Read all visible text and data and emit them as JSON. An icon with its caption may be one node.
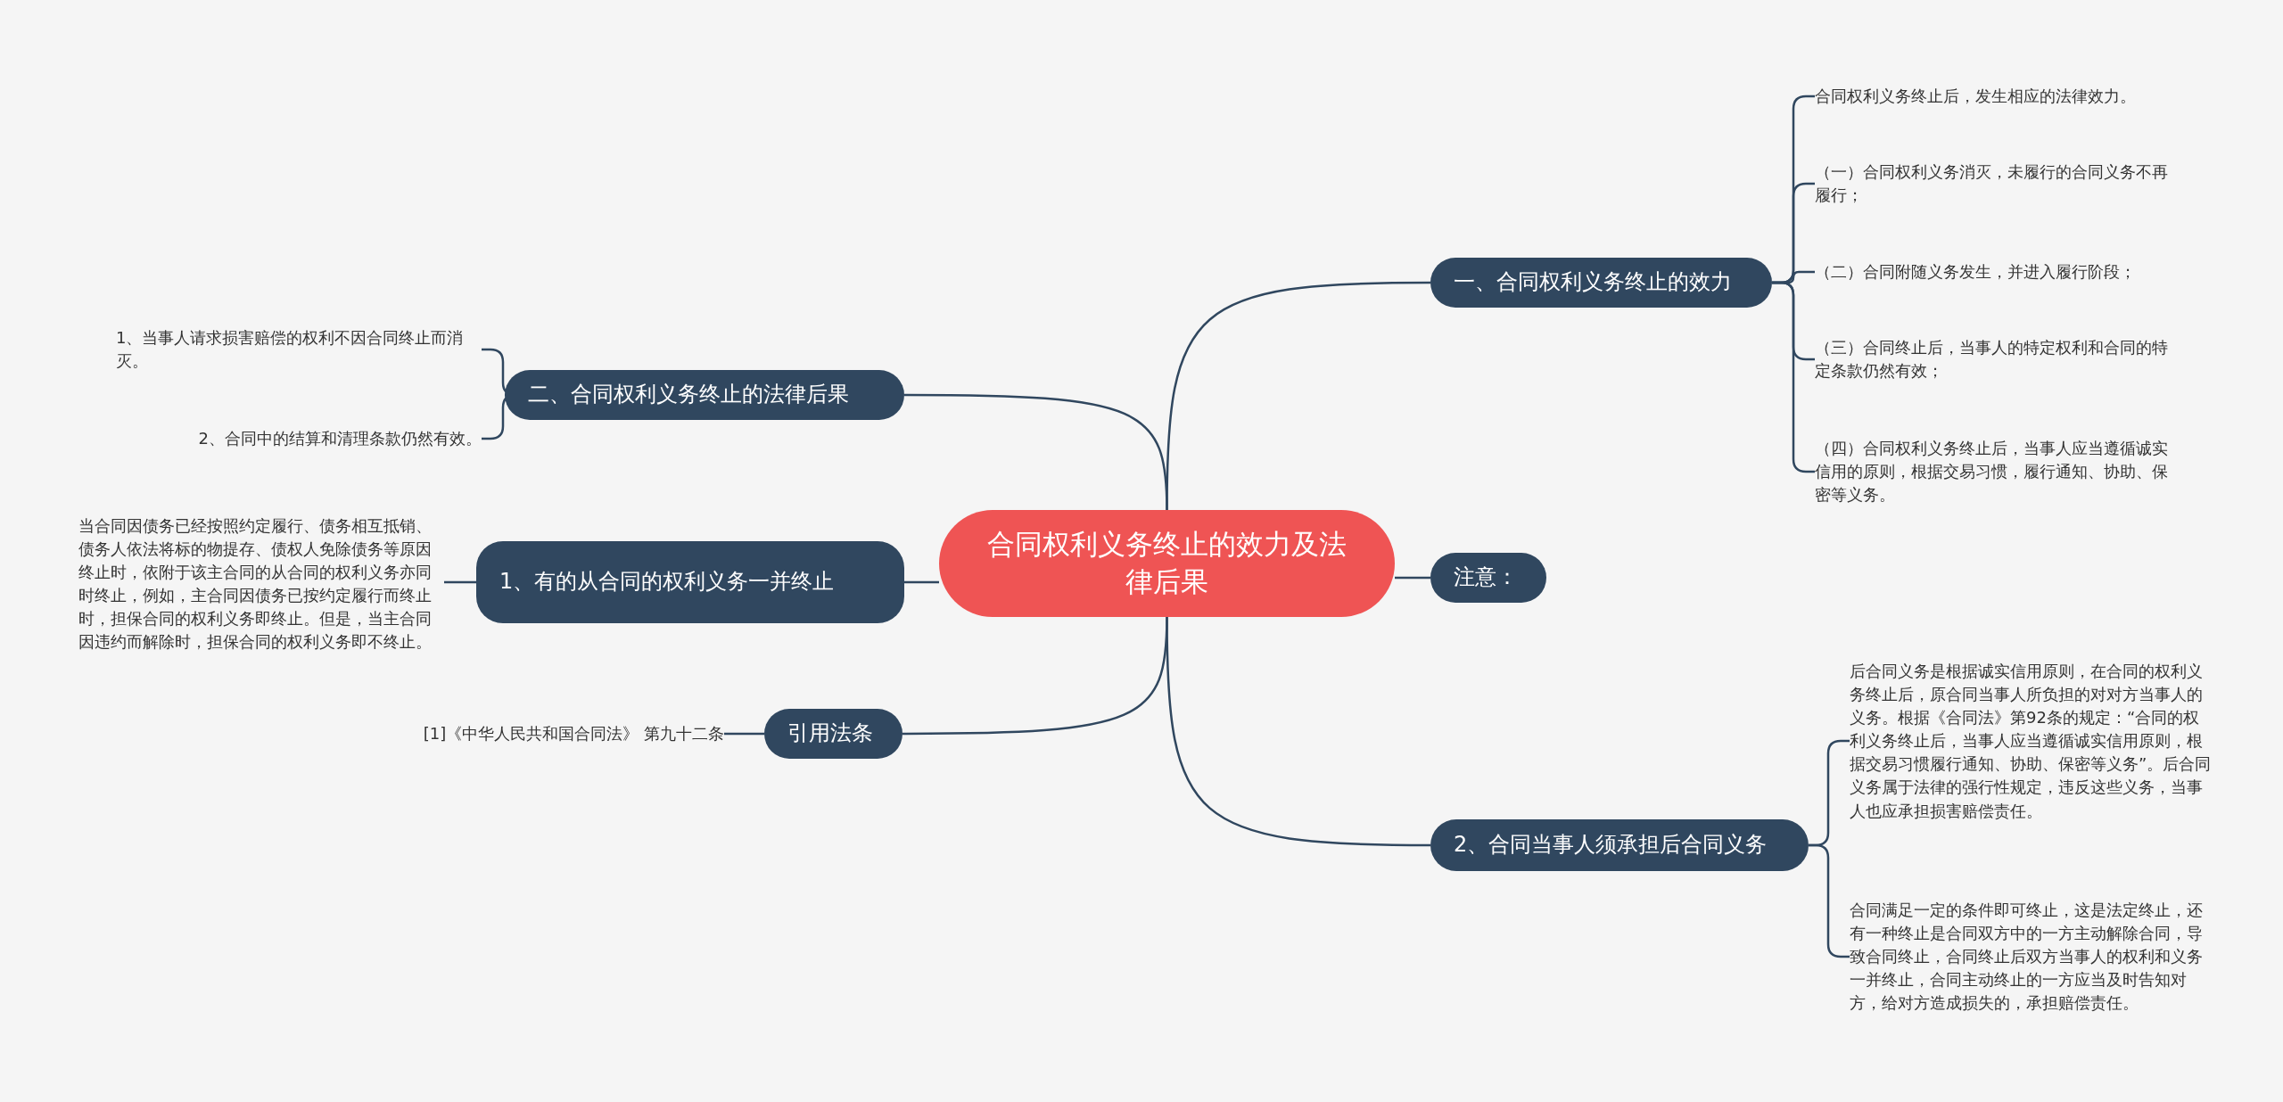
{
  "diagram": {
    "nodes": [
      {
        "text": [
          "合同权利义务终止的效力及法律后果"
        ]
      },
      {
        "text": [
          "一、合同权利义务终止的效力"
        ]
      },
      {
        "text": [
          "合同权利义务终止后，发生相应的法律效力。"
        ]
      },
      {
        "text": [
          "（一）合同权利义务消灭，未履行的合同义务不再履行；"
        ]
      },
      {
        "text": [
          "（二）合同附随义务发生，并进入履行阶段；"
        ]
      },
      {
        "text": [
          "（三）合同终止后，当事人的特定权利和合同的特定条款仍然有效；"
        ]
      },
      {
        "text": [
          "（四）合同权利义务终止后，当事人应当遵循诚实信用的原则，根据交易习惯，履行通知、协助、保密等义务。"
        ]
      },
      {
        "text": [
          "注意："
        ]
      },
      {
        "text": [
          "2、合同当事人须承担后合同义务"
        ]
      },
      {
        "text": [
          "后合同义务是根据诚实信用原则，在合同的权利义务终止后，原合同当事人所负担的对对方当事人的义务。根据《合同法》第92条的规定：“合同的权利义务终止后，当事人应当遵循诚实信用原则，根据交易习惯履行通知、协助、保密等义务”。后合同义务属于法律的强行性规定，违反这些义务，当事人也应承担损害赔偿责任。"
        ]
      },
      {
        "text": [
          "合同满足一定的条件即可终止，这是法定终止，还有一种终止是合同双方中的一方主动解除合同，导致合同终止，合同终止后双方当事人的权利和义务一并终止，合同主动终止的一方应当及时告知对方，给对方造成损失的，承担赔偿责任。"
        ]
      },
      {
        "text": [
          "二、合同权利义务终止的法律后果"
        ]
      },
      {
        "text": [
          "1、当事人请求损害赔偿的权利不因合同终止而消灭。"
        ]
      },
      {
        "text": [
          "2、合同中的结算和清理条款仍然有效。"
        ]
      },
      {
        "text": [
          "1、有的从合同的权利义务一并终止"
        ]
      },
      {
        "text": [
          "当合同因债务已经按照约定履行、债务相互抵销、债务人依法将标的物提存、债权人免除债务等原因终止时，依附于该主合同的从合同的权利义务亦同时终止，例如，主合同因债务已按约定履行而终止时，担保合同的权利义务即终止。但是，当主合同因违约而解除时，担保合同的权利义务即不终止。"
        ]
      },
      {
        "text": [
          "引用法条"
        ]
      },
      {
        "text": [
          "[1]《中华人民共和国合同法》 第九十二条"
        ]
      }
    ],
    "edges": [
      {
        "from": 0,
        "to": 1,
        "arrow": "none"
      },
      {
        "from": 1,
        "to": 2,
        "arrow": "none"
      },
      {
        "from": 1,
        "to": 3,
        "arrow": "none"
      },
      {
        "from": 1,
        "to": 4,
        "arrow": "none"
      },
      {
        "from": 1,
        "to": 5,
        "arrow": "none"
      },
      {
        "from": 1,
        "to": 6,
        "arrow": "none"
      },
      {
        "from": 0,
        "to": 7,
        "arrow": "none"
      },
      {
        "from": 0,
        "to": 8,
        "arrow": "none"
      },
      {
        "from": 8,
        "to": 9,
        "arrow": "none"
      },
      {
        "from": 8,
        "to": 10,
        "arrow": "none"
      },
      {
        "from": 0,
        "to": 11,
        "arrow": "none"
      },
      {
        "from": 11,
        "to": 12,
        "arrow": "none"
      },
      {
        "from": 11,
        "to": 13,
        "arrow": "none"
      },
      {
        "from": 0,
        "to": 14,
        "arrow": "none"
      },
      {
        "from": 14,
        "to": 15,
        "arrow": "none"
      },
      {
        "from": 0,
        "to": 16,
        "arrow": "none"
      },
      {
        "from": 16,
        "to": 17,
        "arrow": "none"
      }
    ]
  }
}
